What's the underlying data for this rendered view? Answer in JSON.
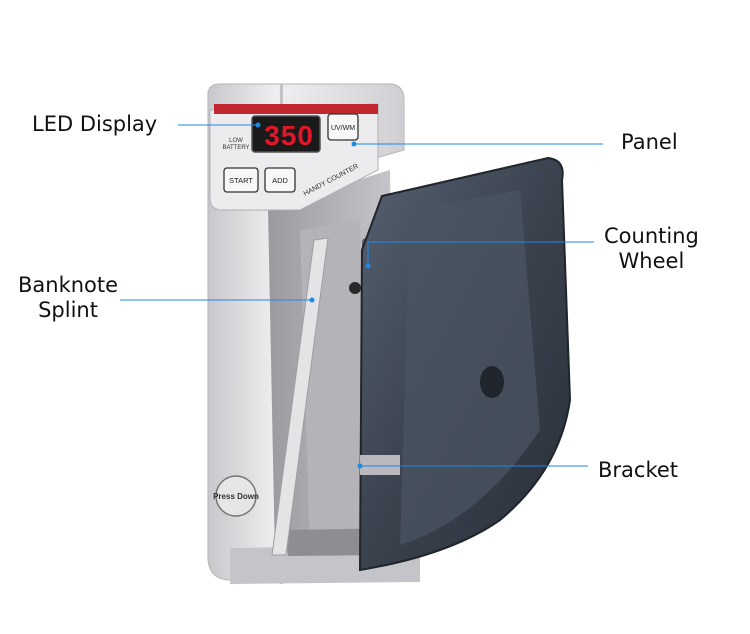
{
  "callouts": {
    "led_display": "LED Display",
    "panel": "Panel",
    "counting_wheel": [
      "Counting",
      "Wheel"
    ],
    "banknote_splint": [
      "Banknote",
      "Splint"
    ],
    "bracket": "Bracket"
  },
  "device": {
    "display_digits": "350",
    "low_battery": [
      "LOW",
      "BATTERY"
    ],
    "uv_wm_button": "UV/WM",
    "start_button": "START",
    "add_button": "ADD",
    "brand_label": "HANDY COUNTER",
    "press_down": "Press Down"
  },
  "colors": {
    "callout_line": "#1e88e5",
    "body_grey": "#d9d9dc",
    "tray_dark": "#3b4350",
    "display_red": "#e0182a",
    "panel_stripe": "#c0282e"
  }
}
